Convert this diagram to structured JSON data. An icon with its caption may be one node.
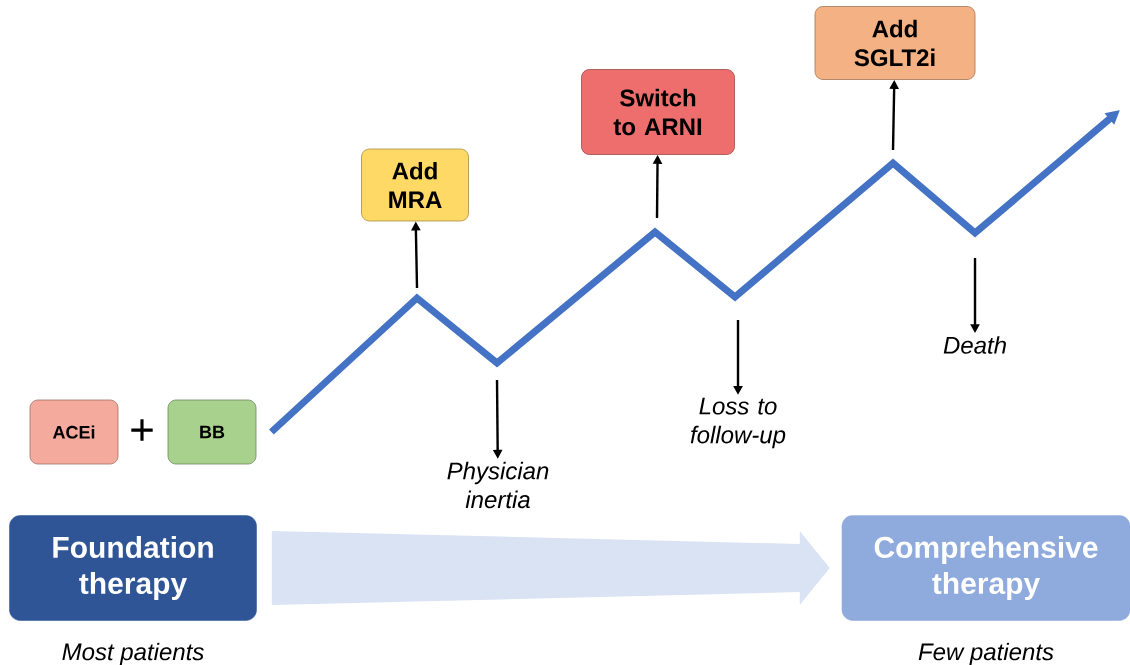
{
  "diagram": {
    "nodes": [
      {
        "text": [
          "ACEi"
        ]
      },
      {
        "text": [
          "BB"
        ]
      },
      {
        "text": [
          "Add MRA"
        ]
      },
      {
        "text": [
          "Switch to ARNI"
        ]
      },
      {
        "text": [
          "Add SGLT2i"
        ]
      },
      {
        "text": [
          "Physician inertia"
        ]
      },
      {
        "text": [
          "Loss to follow-up"
        ]
      },
      {
        "text": [
          "Death"
        ]
      },
      {
        "text": [
          "Foundation therapy"
        ],
        "beside": [
          "Most patients"
        ]
      },
      {
        "text": [
          "Comprehensive therapy"
        ],
        "beside": [
          "Few patients"
        ]
      }
    ],
    "edges": [
      {
        "from": 1,
        "to": null,
        "arrow": "to",
        "style": "thick",
        "color": "#4472c4"
      },
      {
        "from": null,
        "to": 2,
        "arrow": "to"
      },
      {
        "from": null,
        "to": 5,
        "arrow": "to"
      },
      {
        "from": null,
        "to": 3,
        "arrow": "to"
      },
      {
        "from": null,
        "to": 6,
        "arrow": "to"
      },
      {
        "from": null,
        "to": 4,
        "arrow": "to"
      },
      {
        "from": null,
        "to": 7,
        "arrow": "to"
      },
      {
        "from": 8,
        "to": 9,
        "arrow": "to",
        "style": "thick",
        "color": "#dae3f3"
      }
    ],
    "labels": [
      "+"
    ]
  }
}
